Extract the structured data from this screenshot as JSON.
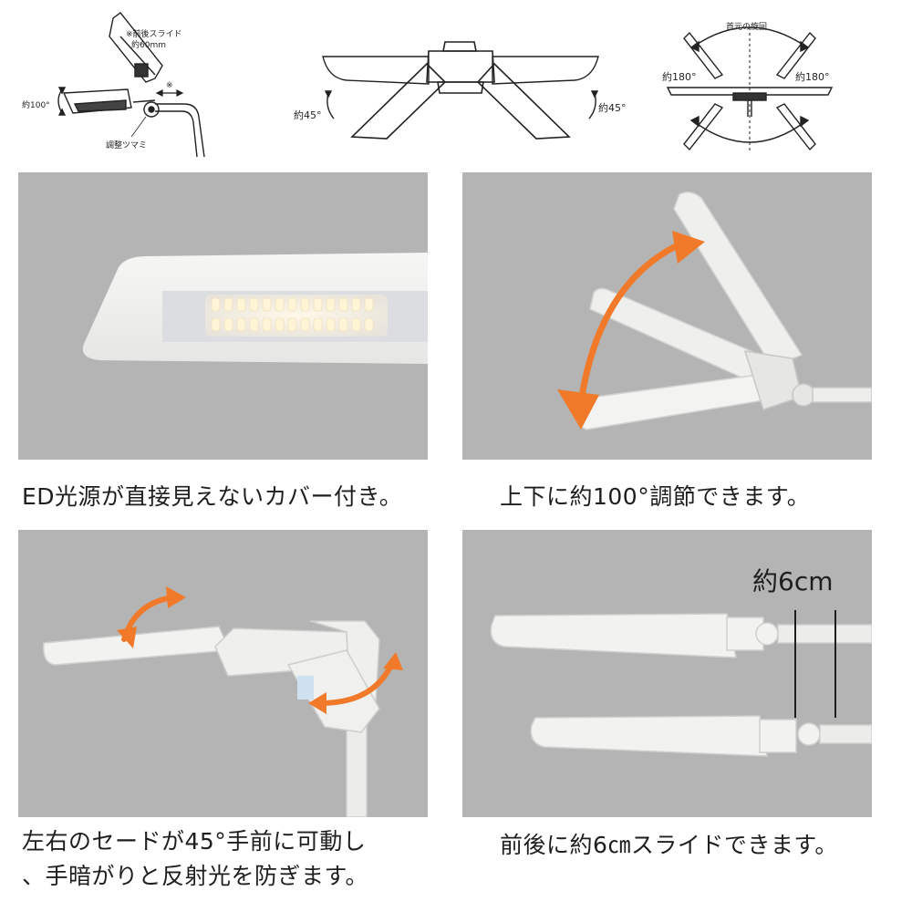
{
  "diagrams": {
    "slide": {
      "note_line1": "※前後スライド",
      "note_line2": "約60mm",
      "angle_label": "約100°",
      "knob_label": "調整ツマミ",
      "marker": "※"
    },
    "shades": {
      "left_angle": "約45°",
      "right_angle": "約45°"
    },
    "rotate": {
      "title": "首元の旋回",
      "left_angle": "約180°",
      "right_angle": "約180°"
    }
  },
  "photos": {
    "slide_distance_label": "約6cm"
  },
  "captions": {
    "cover": "ED光源が直接見えないカバー付き。",
    "tilt": "上下に約100°調節できます。",
    "shades": "左右のセードが45°手前に可動し\n、手暗がりと反射光を防ぎます。",
    "slide": "前後に約6㎝スライドできます。"
  },
  "colors": {
    "photo_background": "#b4b4b4",
    "arrow": "#f07a2a",
    "lamp": "#f4f4f2"
  }
}
